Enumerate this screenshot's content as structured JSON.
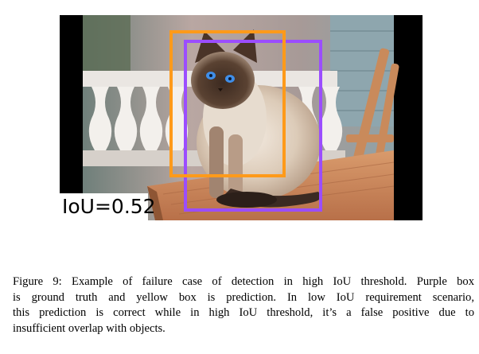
{
  "figure": {
    "overlay_label": "IoU=0.52",
    "ground_truth_box_color": "#9b4dff",
    "prediction_box_color": "#ff9a1a"
  },
  "caption": {
    "line1": "Figure 9: Example of failure case of detection in high IoU threshold. Purple box",
    "line2": "is ground truth and yellow box is prediction. In low IoU requirement scenario,",
    "line3": "this prediction is correct while in high IoU threshold, it’s a false positive due to",
    "line4": "insufficient overlap with objects."
  }
}
